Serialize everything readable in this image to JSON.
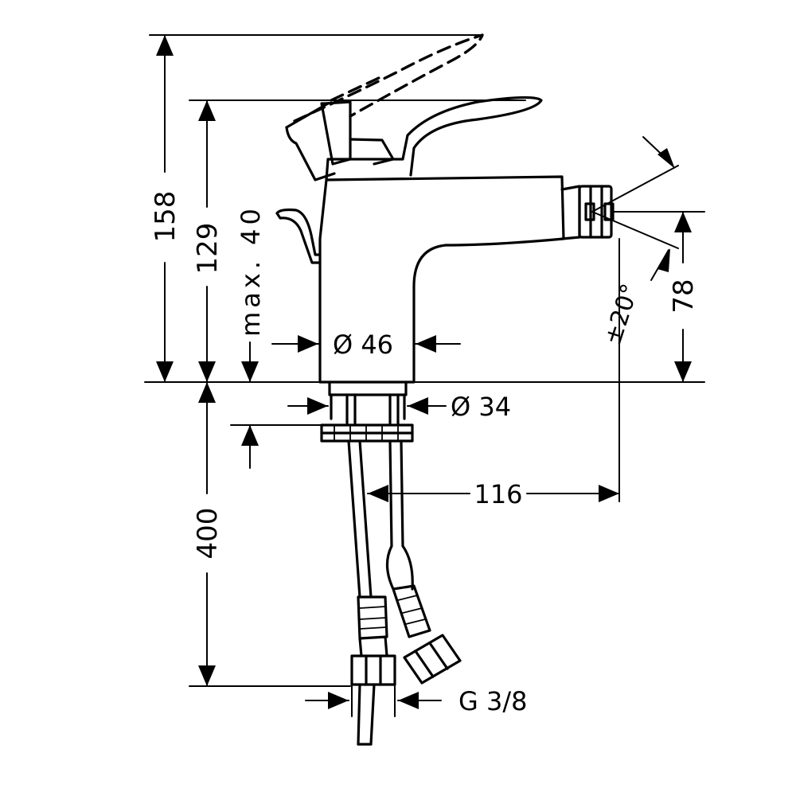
{
  "dimensions": {
    "total_height": "158",
    "body_height": "129",
    "deck_thickness": "max. 40",
    "body_diameter": "Ø 46",
    "shank_diameter": "Ø 34",
    "nozzle_height": "78",
    "nozzle_swivel": "±20°",
    "projection": "116",
    "hose_length": "400",
    "thread": "G 3/8"
  },
  "colors": {
    "line": "#000000",
    "background": "#ffffff"
  }
}
